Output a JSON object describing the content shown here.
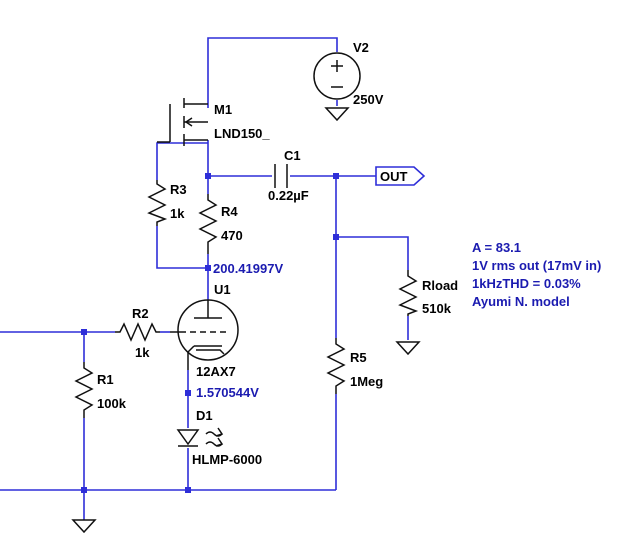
{
  "components": {
    "v2": {
      "ref": "V2",
      "value": "250V"
    },
    "m1": {
      "ref": "M1",
      "value": "LND150_"
    },
    "c1": {
      "ref": "C1",
      "value": "0.22µF"
    },
    "r3": {
      "ref": "R3",
      "value": "1k"
    },
    "r4": {
      "ref": "R4",
      "value": "470"
    },
    "r2": {
      "ref": "R2",
      "value": "1k"
    },
    "r1": {
      "ref": "R1",
      "value": "100k"
    },
    "r5": {
      "ref": "R5",
      "value": "1Meg"
    },
    "rload": {
      "ref": "Rload",
      "value": "510k"
    },
    "u1": {
      "ref": "U1",
      "value": "12AX7"
    },
    "d1": {
      "ref": "D1",
      "value": "HLMP-6000"
    }
  },
  "out_label": "OUT",
  "node_voltages": {
    "plate": "200.41997V",
    "cathode": "1.570544V"
  },
  "notes": [
    "A = 83.1",
    "1V rms out (17mV in)",
    "1kHzTHD = 0.03%",
    "Ayumi N. model"
  ]
}
